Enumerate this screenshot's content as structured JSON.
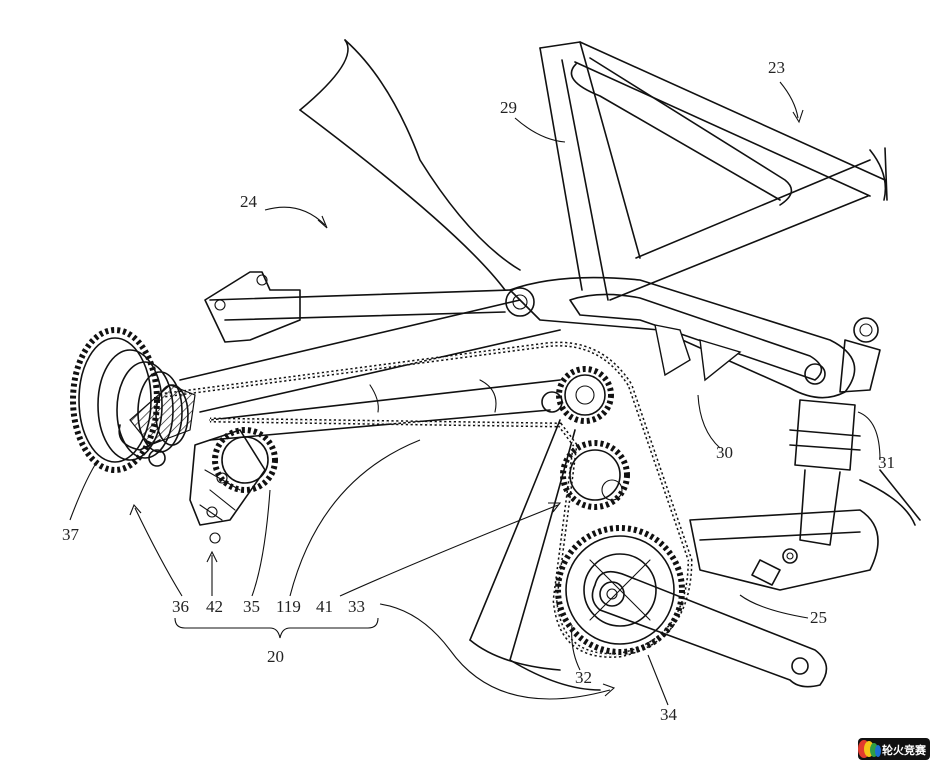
{
  "figure": {
    "labels": {
      "l23": "23",
      "l29": "29",
      "l24": "24",
      "l30": "30",
      "l31": "31",
      "l37": "37",
      "l36": "36",
      "l42": "42",
      "l35": "35",
      "l119": "119",
      "l41": "41",
      "l33": "33",
      "l20": "20",
      "l25": "25",
      "l32": "32",
      "l34": "34"
    }
  },
  "watermark": {
    "text": "轮火竞赛",
    "colors": [
      "#e23b2e",
      "#f5c518",
      "#2f9e44",
      "#1c6fd1"
    ]
  }
}
